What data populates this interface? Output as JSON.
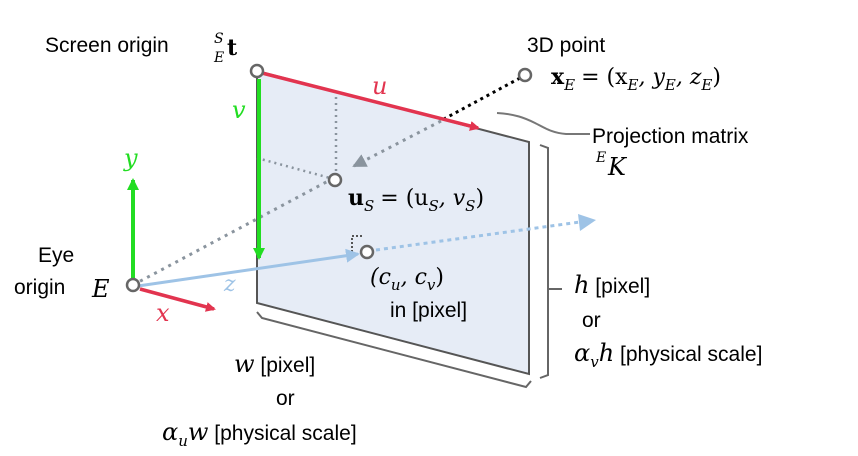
{
  "labels": {
    "screen_origin": "Screen origin",
    "screen_origin_sup": "S",
    "screen_origin_sub": "E",
    "screen_origin_sym": "t",
    "point_3d": "3D point",
    "point_x_bold": "x",
    "point_x_sub": "E",
    "point_eq": "= (x",
    "point_y": ", y",
    "point_z": ", z",
    "point_close": ")",
    "coord_sub": "E",
    "projection_matrix": "Projection matrix",
    "proj_sup": "E",
    "proj_sym": "K",
    "u_axis": "u",
    "v_axis": "v",
    "us_bold": "u",
    "us_sub": "S",
    "us_eq": "= (u",
    "us_comma": ", v",
    "us_close": ")",
    "c_open": "(c",
    "c_u_sub": "u",
    "c_comma": ", c",
    "c_v_sub": "v",
    "c_close": ")",
    "in_pixel": "in [pixel]",
    "eye": "Eye",
    "origin": "origin",
    "E": "E",
    "y_axis": "y",
    "x_axis": "x",
    "z_axis": "z",
    "h_sym": "h",
    "pixel_unit": " [pixel]",
    "or": "or",
    "alpha": "α",
    "alpha_v_sub": "v",
    "alpha_u_sub": "u",
    "physical_scale": " [physical scale]",
    "w_sym": "w"
  },
  "colors": {
    "red": "#e2344f",
    "green": "#22dd22",
    "light_blue": "#9ec3e6",
    "gray_dotted": "#8a949e",
    "screen_fill": "#e6ecf6",
    "edge": "#555555"
  }
}
